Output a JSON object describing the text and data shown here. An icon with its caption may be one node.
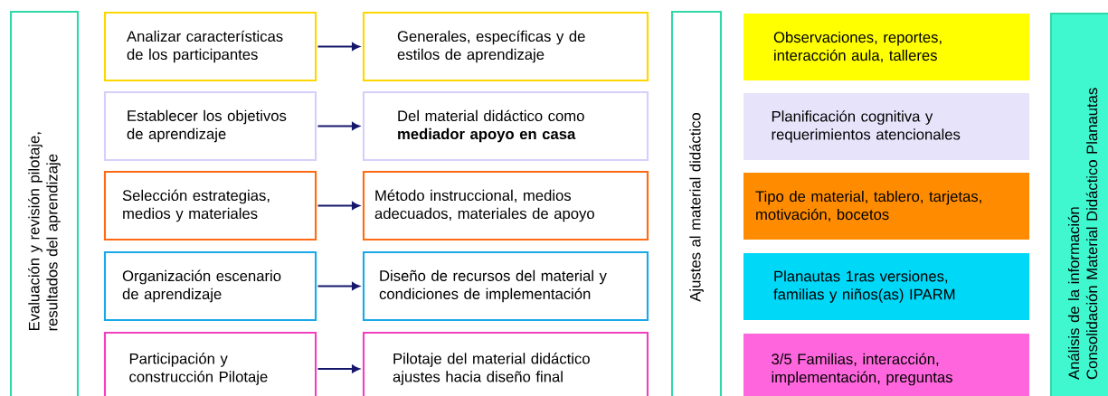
{
  "diagram": {
    "nodes": [
      {
        "text": [
          "Evaluación y revisión pilotaje, resultados del aprendizaje"
        ]
      },
      {
        "text": [
          "Analizar características de los participantes"
        ]
      },
      {
        "text": [
          "Establecer los objetivos de aprendizaje"
        ]
      },
      {
        "text": [
          "Selección estrategias, medios y materiales"
        ]
      },
      {
        "text": [
          "Organización escenario de aprendizaje"
        ]
      },
      {
        "text": [
          "Participación y construcción Pilotaje"
        ]
      },
      {
        "text": [
          "Generales, específicas y de estilos de aprendizaje"
        ]
      },
      {
        "text": [
          "Del material didáctico como **mediador apoyo en casa**"
        ]
      },
      {
        "text": [
          "Método instruccional, medios adecuados, materiales de apoyo"
        ]
      },
      {
        "text": [
          "Diseño de recursos del material y condiciones de implementación"
        ]
      },
      {
        "text": [
          "Pilotaje del material didáctico ajustes hacia diseño final"
        ]
      },
      {
        "text": [
          "Ajustes al material didáctico"
        ]
      },
      {
        "text": [
          "Observaciones, reportes, interacción aula, talleres"
        ]
      },
      {
        "text": [
          "Planificación cognitiva y requerimientos atencionales"
        ]
      },
      {
        "text": [
          "Tipo de material, tablero, tarjetas, motivación, bocetos"
        ]
      },
      {
        "text": [
          "Planautas 1ras versiones, familias y niños(as) IPARM"
        ]
      },
      {
        "text": [
          "3/5 Familias, interacción, implementación, preguntas"
        ]
      },
      {
        "text": [
          "Análisis de la información",
          "Consolidación Material Didáctico Planautas"
        ]
      }
    ],
    "edges": [
      {
        "from": 1,
        "to": 6,
        "arrow": "to"
      },
      {
        "from": 2,
        "to": 7,
        "arrow": "to"
      },
      {
        "from": 3,
        "to": 8,
        "arrow": "to"
      },
      {
        "from": 4,
        "to": 9,
        "arrow": "to"
      },
      {
        "from": 5,
        "to": 10,
        "arrow": "to"
      }
    ]
  }
}
